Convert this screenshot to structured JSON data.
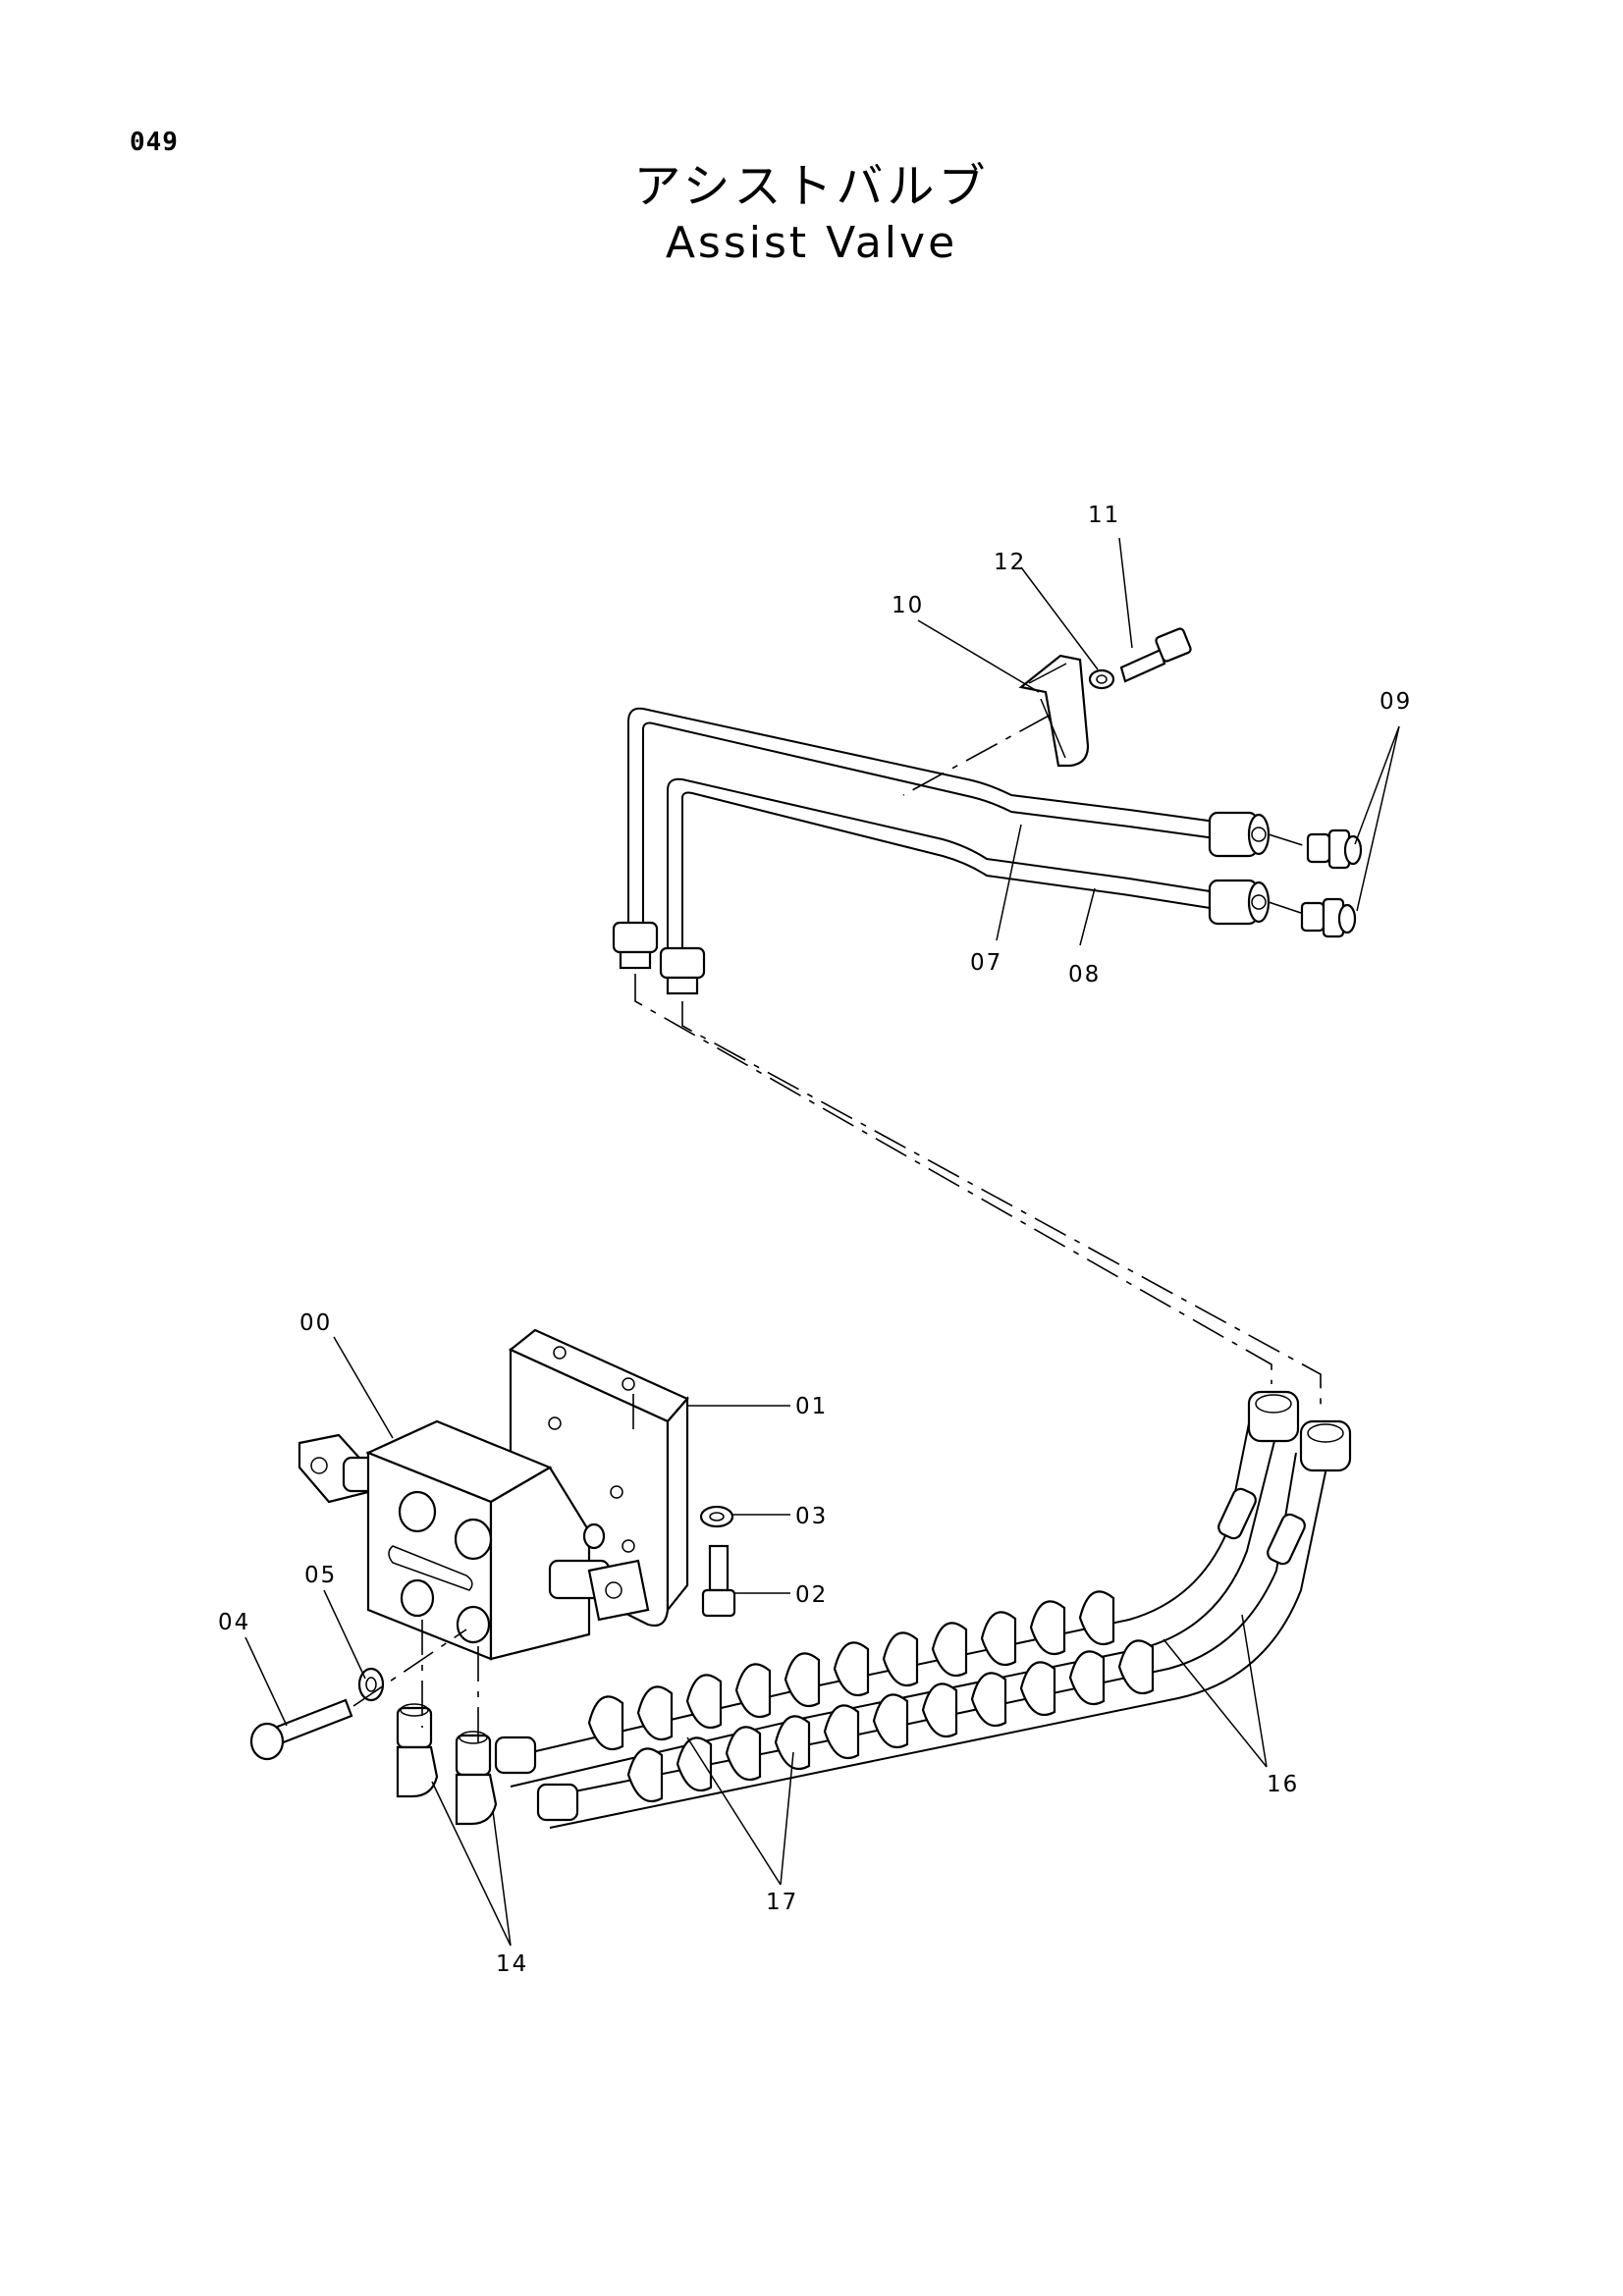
{
  "page": {
    "number": "049"
  },
  "title": {
    "japanese": "アシストバルブ",
    "english": "Assist  Valve"
  },
  "parts": [
    {
      "id": "00"
    },
    {
      "id": "01"
    },
    {
      "id": "02"
    },
    {
      "id": "03"
    },
    {
      "id": "04"
    },
    {
      "id": "05"
    },
    {
      "id": "07"
    },
    {
      "id": "08"
    },
    {
      "id": "09"
    },
    {
      "id": "10"
    },
    {
      "id": "11"
    },
    {
      "id": "12"
    },
    {
      "id": "14"
    },
    {
      "id": "16"
    },
    {
      "id": "17"
    }
  ]
}
